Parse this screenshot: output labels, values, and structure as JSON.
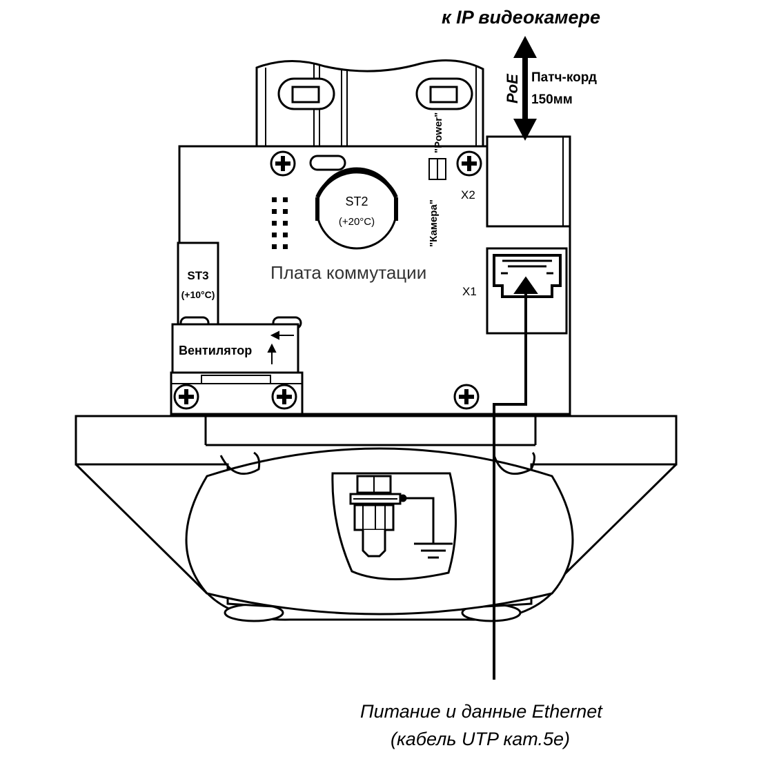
{
  "labels": {
    "to_camera": "к IP видеокамере",
    "poe": "PoE",
    "patch_cord_line1": "Патч-корд",
    "patch_cord_line2": "150мм",
    "led_power": "\"Power\"",
    "led_camera": "\"Камера\"",
    "x2": "X2",
    "x1": "X1",
    "st2_name": "ST2",
    "st2_temp": "(+20°C)",
    "st3_name": "ST3",
    "st3_temp": "(+10°C)",
    "board_title": "Плата коммутации",
    "fan": "Вентилятор",
    "cable_line1": "Питание и данные Ethernet",
    "cable_line2": "(кабель UTP кат.5е)"
  },
  "colors": {
    "ink": "#000000",
    "paper": "#ffffff",
    "board_title_gray": "#333333"
  },
  "icons": [
    "screw-icon",
    "ground-icon",
    "arrow-icon",
    "rj45-port-icon",
    "led-icon"
  ]
}
